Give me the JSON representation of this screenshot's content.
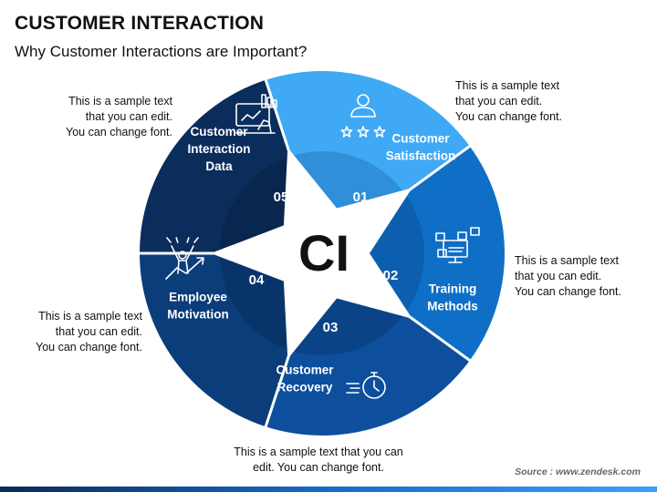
{
  "header": {
    "title": "CUSTOMER INTERACTION",
    "subtitle": "Why Customer Interactions are Important?"
  },
  "center_label": "CI",
  "segments": [
    {
      "number": "01",
      "label_lines": [
        "Customer",
        "Satisfaction"
      ],
      "icon": "customer-rating-icon",
      "color": "#3fa9f5",
      "description": [
        "This is a sample text",
        "that you can edit.",
        "You can change font."
      ]
    },
    {
      "number": "02",
      "label_lines": [
        "Training",
        "Methods"
      ],
      "icon": "training-screen-icon",
      "color": "#0f6fc6",
      "description": [
        "This is a sample text",
        "that you can edit.",
        "You can change font."
      ]
    },
    {
      "number": "03",
      "label_lines": [
        "Customer",
        "Recovery"
      ],
      "icon": "stopwatch-icon",
      "color": "#0d4f9c",
      "description": [
        "This is a sample text that you can",
        "edit. You can change font."
      ]
    },
    {
      "number": "04",
      "label_lines": [
        "Employee",
        "Motivation"
      ],
      "icon": "motivated-person-icon",
      "color": "#0b3d7a",
      "description": [
        "This is a sample text",
        "that you can edit.",
        "You can change font."
      ]
    },
    {
      "number": "05",
      "label_lines": [
        "Customer",
        "Interaction",
        "Data"
      ],
      "icon": "data-tablet-icon",
      "color": "#0a2d5c",
      "description": [
        "This is a sample text",
        "that you can edit.",
        "You can change font."
      ]
    }
  ],
  "source": "Source : www.zendesk.com"
}
